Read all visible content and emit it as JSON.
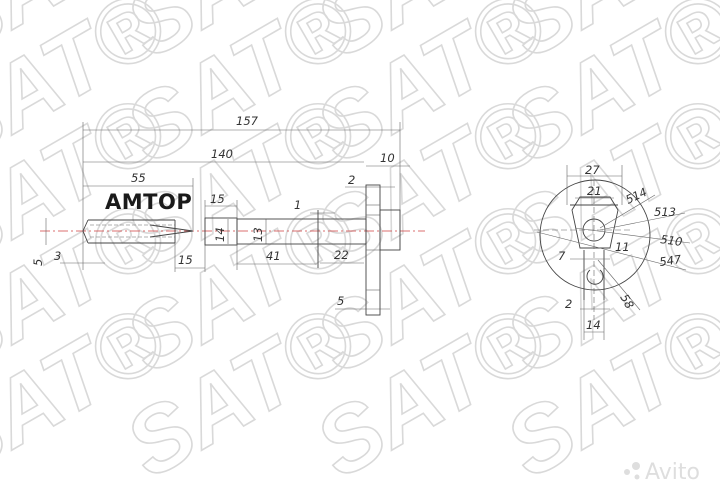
{
  "watermark": {
    "logo_text": "SAT®",
    "color": "#d9d9d9"
  },
  "brand_label": "AMTOP",
  "avito_logo": "Avito",
  "side_view": {
    "dims": {
      "overall": "157",
      "to_flange": "140",
      "bit_length": "55",
      "head": "10",
      "flange_gap": "2",
      "tip": "3",
      "bit_dia": "5",
      "sleeve_len": "15",
      "sleeve_len_top": "15",
      "sleeve_dia": "14",
      "shaft_dia": "13",
      "washer": "1",
      "shaft_len": "41",
      "to_plate": "22",
      "plate": "5"
    }
  },
  "front_view": {
    "dims": {
      "width_outer": "27",
      "width_inner": "21",
      "s14": "514",
      "s13": "513",
      "s10": "510",
      "s47": "547",
      "d7": "7",
      "d11": "11",
      "d2": "2",
      "d14": "14",
      "r58": "58"
    }
  },
  "colors": {
    "lines": "#444444",
    "centerline": "#d04040"
  }
}
